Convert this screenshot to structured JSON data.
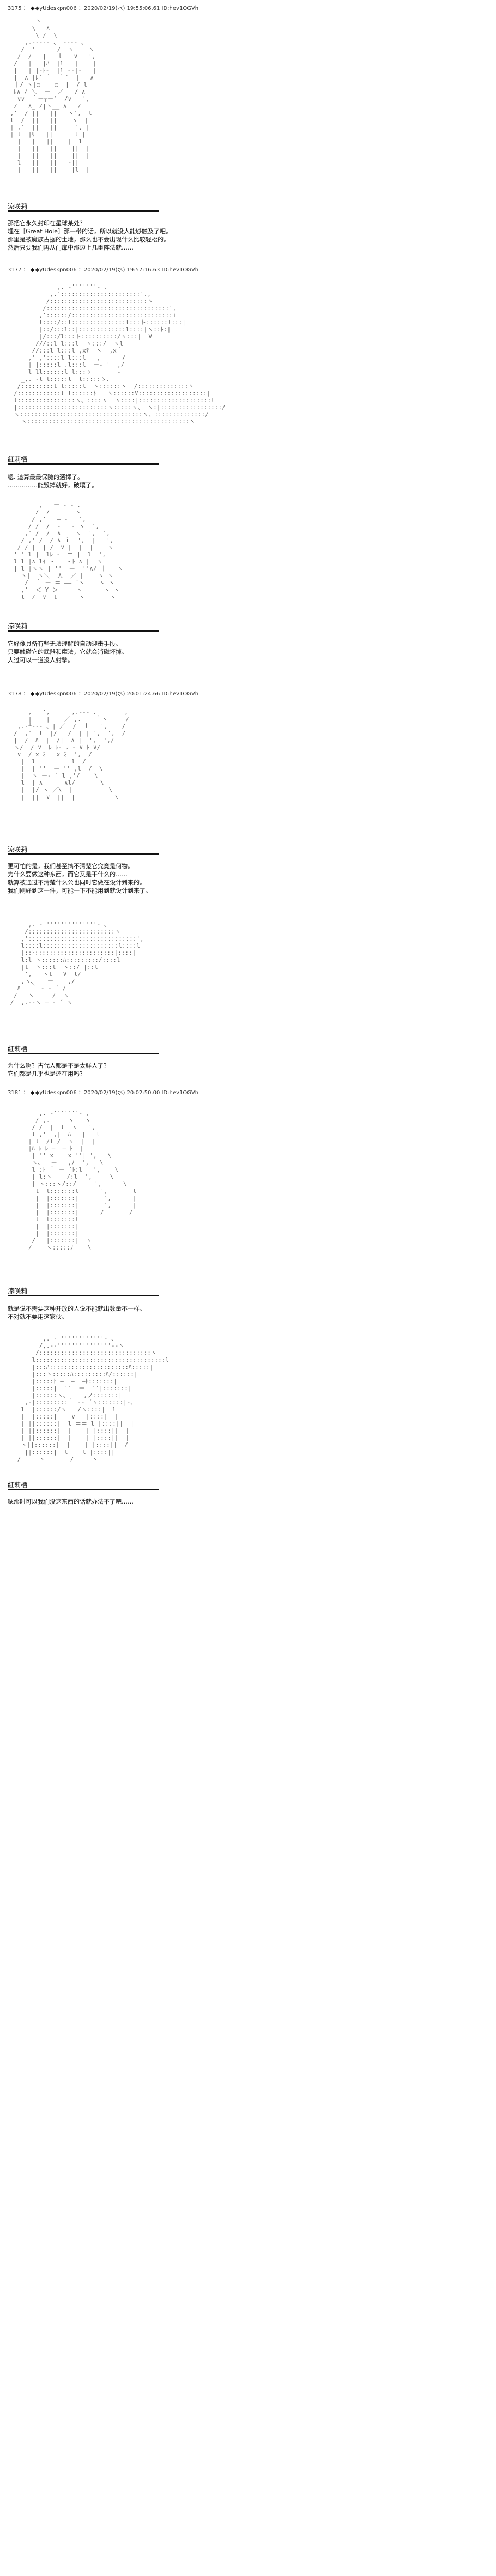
{
  "posts": [
    {
      "number": "3175",
      "author": "◆yUdeskpn006",
      "meta": "2020/02/19(水) 19:55:06.61 ID:hev1OGVh",
      "art": [
        "        ヽ",
        "       \\   ∧",
        "        \\ /  \\",
        "     ,.-‐‐‐‐ 、 ‐‐‐‐ 、",
        "    /  '      /  ヽ    ヽ",
        "   /  /   |   ｌ   ∨   ',",
        "  /   |   |ﾊ  |l   |    |",
        "  |   | |‐ﾄ-  |l ‐-|-   |",
        "  |  ∧ |ﾚ´ ｀  ｀´  |   ∧",
        "  ｜/ ヽ|○    ○  |  / l",
        "  ﾚ∧ / ＼  ー  ／   / ∧",
        "   ∨∨  ｀ー┬ー´  /∨   ',",
        "  /   ∧_ /|ヽ__ ∧   /",
        " ,'  / ||   ||   ヽ',  l",
        " l  /  ||   ||    ヽ  |",
        " | ,'  ||   ||     ', |",
        " | l  |ﾘ   ||      l |",
        "   |   |   ||    |  l",
        "   |   ||   ||    ||  |",
        "   |   ||   ||    ||  |",
        "   l   ||   ||  =-||",
        "   |   ||   ||    |l  |"
      ],
      "speaker": "涼咲莉",
      "lines": [
        "那把它永久封印在星球某处？",
        "埋在［Great Hole］那一带的话，所以就没人能够触及了吧。",
        "那里是被魔族占据的土地，那么也不会出现什么比较轻松的。",
        "然后只要我们再从门扉中那边上几重阵法就……"
      ]
    },
    {
      "number": "3177",
      "author": "◆yUdeskpn006",
      "meta": "2020/02/19(水) 19:57:16.63 ID:hev1OGVh",
      "art": [
        "              ,. ‐'''''''‐ 、",
        "            ,.'::::::::::::::::::::::'.,",
        "           /:::::::::::::::::::::::::::ヽ",
        "          /::::::::::::::::::::::::::::::::::',",
        "         ,'::::::/::::::::::::::::::::::::::::i",
        "         l::::/::l:::::::::::::::l:::ト::::::l:::|",
        "         |::/:::l::|:::::::::::::l::::|ヽ::ﾄ:|",
        "         |/:::/l:::ト::::::::::/ヽ:::|  V",
        "        ///::l l:::l  ヽ:::/  ヽl",
        "       //:::l l:::l ,xﾃ  ヽ  ,x｀",
        "      ,' ,'::::l l:::l   ,      /",
        "      | |:::::l .l:::l  ー‐ '  ,/",
        "      l ll::::::l l:::ゝ   ___ ‐",
        "    _,. ‐l l:::::l  l:::::ゝ、",
        "   /:::::::::l l:::::l  ヽ::::::ヽ  /::::::::::::::ヽ",
        "  /::::::::::::l l::::::ﾄ   ヽ::::::V:::::::::::::::::::|",
        "  l::::::::::::::::ヽ、::::ヽ  ヽ::::|::::::::::::::::::::l",
        "  |:::::::::::::::::::::::::ヽ:::::ヽ、 ヽ:|:::::::::::::::::/",
        "  ヽ::::::::::::::::::::::::::::::::::ヽ、::::::::::::::/",
        "    ヽ:::::::::::::::::::::::::::::::::::::::::::::ヽ"
      ],
      "speaker": "紅莉栖",
      "lines": [
        "嗯. 這算最最保險的選擇了。",
        "……………能毀掉就好，破壞了。"
      ]
    },
    {
      "number": "",
      "author": "",
      "meta": "",
      "art": [
        "         ,   ー ‐ ‐ 、",
        "        /  /       ヽ",
        "       / ,'   ― ‐   ',",
        "      / /  /  ‐   ‐ ヽ  ',",
        "     ,' /  /  ∧    ヽ  ',  ',",
        "    / ,' /  / ∧ ｉ  ',  |   ',",
        "   / / |  | /  ∨ |  |  |    ヽ",
        "  ' ' l |  lﾚ ‐  ＝ |  l  ',",
        "  l l |∧ lｲ ・   ・ﾄ ∧ |  ヽ",
        "  | l |ヽヽ | ''  ー  ''∧/ ｜   ヽ",
        "    ヽ|  ヽ＼ _人_ ／ |    ヽ ヽ",
        "     /  ｀ ー ＝ ―― ´ヽ    ヽ ヽ",
        "    ,'  ＜ Y ＞     ヽ      ヽ ヽ",
        "    l  /  ∨  l      ヽ       ヽ"
      ],
      "speaker": "涼咲莉",
      "lines": [
        "它好像具备有些无法理解的自动迎击手段。",
        "只要触碰它的武器和魔法，它就会消磁坏掉。",
        "大过可以一道没人射撃。"
      ]
    },
    {
      "number": "3178",
      "author": "◆yUdeskpn006",
      "meta": "2020/02/19(水) 20:01:24.66 ID:hev1OGVh",
      "art": [
        "      ,   ',      ,.-‐‐ 、       ,",
        "      |    |    ／ ,.    ｀ヽ     /",
        "   ,.-┴-‐‐ 、| ／  /  ｌ   ',    /",
        "  /  ,'  l  |/   /  | | ',  ',  /",
        "  |  /  ﾊ  |  /|  ∧ |  ',  ',/",
        "  ヽ/  / ∨  ﾚ ﾚ‐ ﾚ ‐ ∨ ﾄ ∨/",
        "   ∨  / x=ﾐ   x=ﾐ  ',  /",
        "    |  l          l  /",
        "    |  | ''  ー '' ,l  /  \\",
        "    |  ヽ ー‐ ´ l ,'/    \\",
        "    l  | ∧  __  ∧l/       \\",
        "    |  |/ ヽ ／\\  |          \\",
        "    |  ||  ∨  ||  |           \\"
      ],
      "speaker": "涼咲莉",
      "lines": [
        "更可怕的是，我们甚至搞不清楚它究竟是何物。",
        "为什么要做这种东西，而它又是干什么的……",
        "就算被通过不清楚什么公也同时它做在设计到来的。",
        "我们刚好到这一件，可能一下不能用到就设计到来了。"
      ]
    },
    {
      "number": "",
      "author": "",
      "meta": "",
      "art": [
        "      ,. ‐ ''''''''''''''‐ 、",
        "     /::::::::::::::::::::::::ヽ",
        "    ,'::::::::::::::::::::::::::::::',",
        "    l::::l:::::::::::::::::::::l::::l",
        "    |::ﾄ::::::::::::::::::::::|::::|",
        "    l:l ヽ::::::ﾊ:::::::::/::::l",
        "    |l  ヽ:::l  ヽ::/ |::l",
        "     ',   ヽl   V  l/",
        "    ,ヽ、   ー    ,/",
        "   ﾊ   ｀ ‐ ‐ ´ /",
        "  /   ヽ     /  ヽ",
        " /  ,.-‐ヽ ― ‐ ´ ヽ"
      ],
      "speaker": "紅莉栖",
      "lines": [
        "为什么啊？古代人都是不是太鲜人了？",
        "它们都是几乎也是还在用吗？"
      ]
    },
    {
      "number": "3181",
      "author": "◆yUdeskpn006",
      "meta": "2020/02/19(水) 20:02:50.00 ID:hev1OGVh",
      "art": [
        "         ,. ‐'''''''‐ 、",
        "        / ,.     ヽ   ヽ",
        "       / /  |  l  ヽ   ',",
        "       l ,'  ,|  ﾊ   |   l",
        "      | l  /l /  ヽ  |  |",
        "      |ﾊ ﾚ ﾚ ―  ― ﾄ  |",
        "       | '' x=  =x ''| ',   \\",
        "       ヽ、  ー   ,ﾉ  ',   \\",
        "       l :ﾄ ｀ ー ´ﾄ:l   ',    \\",
        "       | l:ヽ    /:l  ',     \\",
        "       | ヽ:::ヽ/::/     ',      \\",
        "        l  l:::::::l      ',       l",
        "        |  |:::::::|       ',      |",
        "        |  |:::::::|       ',      |",
        "        |  |:::::::|      /       /",
        "        l  l:::::::l",
        "        |  |:::::::|",
        "        |  |:::::::|",
        "       /   |:::::::|  ヽ",
        "      /    ヽ:::::ﾉ    \\"
      ],
      "speaker": "涼咲莉",
      "lines": [
        "就是说不需要这种开放的人说不能就出数量不一样。",
        "不对就不要用这家伙。"
      ]
    },
    {
      "number": "",
      "author": "",
      "meta": "",
      "art": [
        "          ,. ‐ ''''''''''''‐ 、",
        "         /,.-‐'''''''''''''''‐-ヽ",
        "        /:::::::::::::::::::::::::::::::ヽ",
        "       l::::::::::::::::::::::::::::::::::::l",
        "       |:::ﾊ::::::::::::::::::::::ﾊ:::::|",
        "       |:::ヽ:::::ﾊ:::::::::ﾊ/::::::|",
        "       |:::::ﾄ ―  ―  ―ﾄ:::::::|",
        "       |:::::|  ''  ー  ''|:::::::|",
        "       |::::::ヽ、    ,ノ:::::::|",
        "     ,‐|:::::::::｀ ‐‐ ´ヽ:::::::|‐、",
        "    l  |::::::/ヽ   /ヽ::::|  l",
        "    |  |:::::|    ∨   |::::|  |",
        "    | ||::::::|  l ＝＝ l |::::||  |",
        "    | ||::::::|  |    | |::::||  |",
        "    | ||::::::|  |    | |::::||  |",
        "    ヽ||::::::|  |    | |::::||  /",
        "     ||::::::|  l    l |::::||",
        "   /￣￣￣ヽ       /￣￣￣ヽ"
      ],
      "speaker": "紅莉栖",
      "lines": [
        "嗯那时可以我们没这东西的话就办法不了吧……"
      ]
    }
  ]
}
